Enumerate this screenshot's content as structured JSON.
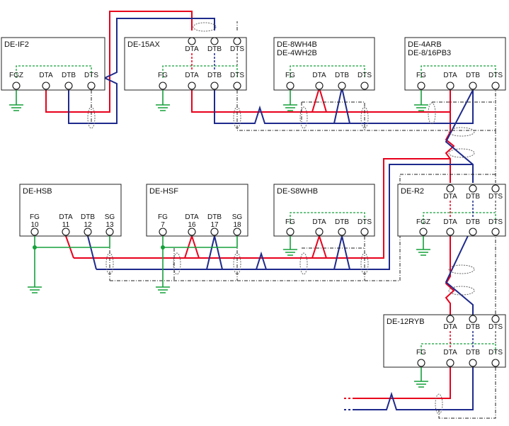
{
  "colors": {
    "dta_line": "#e8001c",
    "dtb_line": "#1e2a8c",
    "fg_line": "#15a03a",
    "shield_line": "#222222",
    "box_border": "#222222"
  },
  "devices": {
    "de_if2": {
      "name": "DE-IF2",
      "t1": "FGZ",
      "t2": "DTA",
      "t3": "DTB",
      "t4": "DTS"
    },
    "de_15ax": {
      "name": "DE-15AX",
      "t1": "FG",
      "t2": "DTA",
      "t3": "DTB",
      "t4": "DTS",
      "u2": "DTA",
      "u3": "DTB",
      "u4": "DTS"
    },
    "de_8wh4b": {
      "name": "DE-8WH4B",
      "name2": "DE-4WH2B",
      "t1": "FG",
      "t2": "DTA",
      "t3": "DTB",
      "t4": "DTS"
    },
    "de_4arb": {
      "name": "DE-4ARB",
      "name2": "DE-8/16PB3",
      "t1": "FG",
      "t2": "DTA",
      "t3": "DTB",
      "t4": "DTS"
    },
    "de_hsb": {
      "name": "DE-HSB",
      "t1": "FG",
      "n1": "10",
      "t2": "DTA",
      "n2": "11",
      "t3": "DTB",
      "n3": "12",
      "t4": "SG",
      "n4": "13"
    },
    "de_hsf": {
      "name": "DE-HSF",
      "t1": "FG",
      "n1": "7",
      "t2": "DTA",
      "n2": "16",
      "t3": "DTB",
      "n3": "17",
      "t4": "SG",
      "n4": "18"
    },
    "de_s8whb": {
      "name": "DE-S8WHB",
      "t1": "FG",
      "t2": "DTA",
      "t3": "DTB",
      "t4": "DTS"
    },
    "de_r2": {
      "name": "DE-R2",
      "t1": "FGZ",
      "t2": "DTA",
      "t3": "DTB",
      "t4": "DTS",
      "u2": "DTA",
      "u3": "DTB",
      "u4": "DTS"
    },
    "de_12ryb": {
      "name": "DE-12RYB",
      "t1": "FG",
      "t2": "DTA",
      "t3": "DTB",
      "t4": "DTS",
      "u2": "DTA",
      "u3": "DTB",
      "u4": "DTS"
    }
  }
}
